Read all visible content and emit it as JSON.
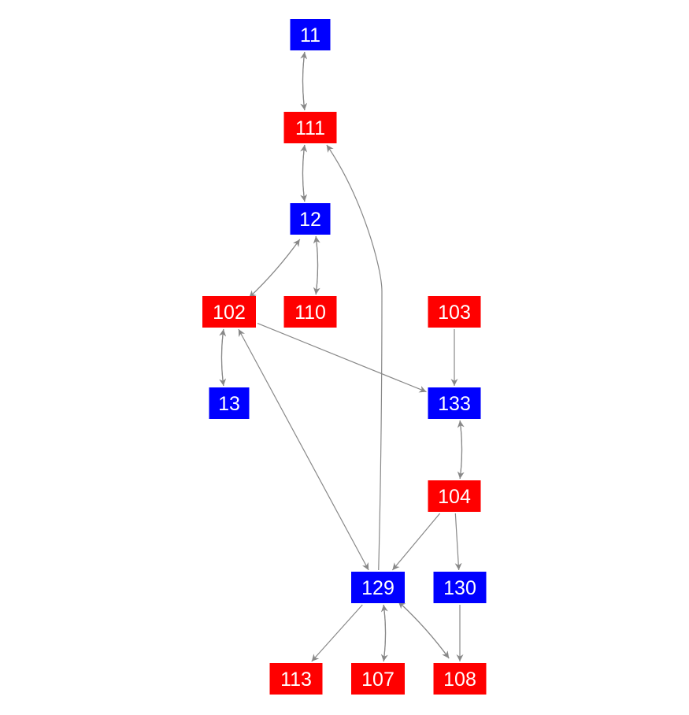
{
  "colors": {
    "blue": "#0000ff",
    "red": "#ff0000",
    "edge": "#888888"
  },
  "nodes": [
    {
      "id": "11",
      "label": "11",
      "color": "blue"
    },
    {
      "id": "111",
      "label": "111",
      "color": "red"
    },
    {
      "id": "12",
      "label": "12",
      "color": "blue"
    },
    {
      "id": "102",
      "label": "102",
      "color": "red"
    },
    {
      "id": "110",
      "label": "110",
      "color": "red"
    },
    {
      "id": "103",
      "label": "103",
      "color": "red"
    },
    {
      "id": "13",
      "label": "13",
      "color": "blue"
    },
    {
      "id": "133",
      "label": "133",
      "color": "blue"
    },
    {
      "id": "104",
      "label": "104",
      "color": "red"
    },
    {
      "id": "129",
      "label": "129",
      "color": "blue"
    },
    {
      "id": "130",
      "label": "130",
      "color": "blue"
    },
    {
      "id": "113",
      "label": "113",
      "color": "red"
    },
    {
      "id": "107",
      "label": "107",
      "color": "red"
    },
    {
      "id": "108",
      "label": "108",
      "color": "red"
    }
  ],
  "edges": [
    {
      "from": "11",
      "to": "111"
    },
    {
      "from": "111",
      "to": "11"
    },
    {
      "from": "111",
      "to": "12"
    },
    {
      "from": "12",
      "to": "111"
    },
    {
      "from": "12",
      "to": "102"
    },
    {
      "from": "102",
      "to": "12"
    },
    {
      "from": "12",
      "to": "110"
    },
    {
      "from": "110",
      "to": "12"
    },
    {
      "from": "102",
      "to": "13"
    },
    {
      "from": "13",
      "to": "102"
    },
    {
      "from": "102",
      "to": "133"
    },
    {
      "from": "102",
      "to": "129",
      "both": true
    },
    {
      "from": "103",
      "to": "133"
    },
    {
      "from": "133",
      "to": "104"
    },
    {
      "from": "104",
      "to": "133"
    },
    {
      "from": "104",
      "to": "129"
    },
    {
      "from": "104",
      "to": "130"
    },
    {
      "from": "129",
      "to": "111",
      "curve": true
    },
    {
      "from": "129",
      "to": "113"
    },
    {
      "from": "129",
      "to": "107"
    },
    {
      "from": "107",
      "to": "129"
    },
    {
      "from": "129",
      "to": "108"
    },
    {
      "from": "108",
      "to": "129"
    },
    {
      "from": "130",
      "to": "108"
    }
  ]
}
